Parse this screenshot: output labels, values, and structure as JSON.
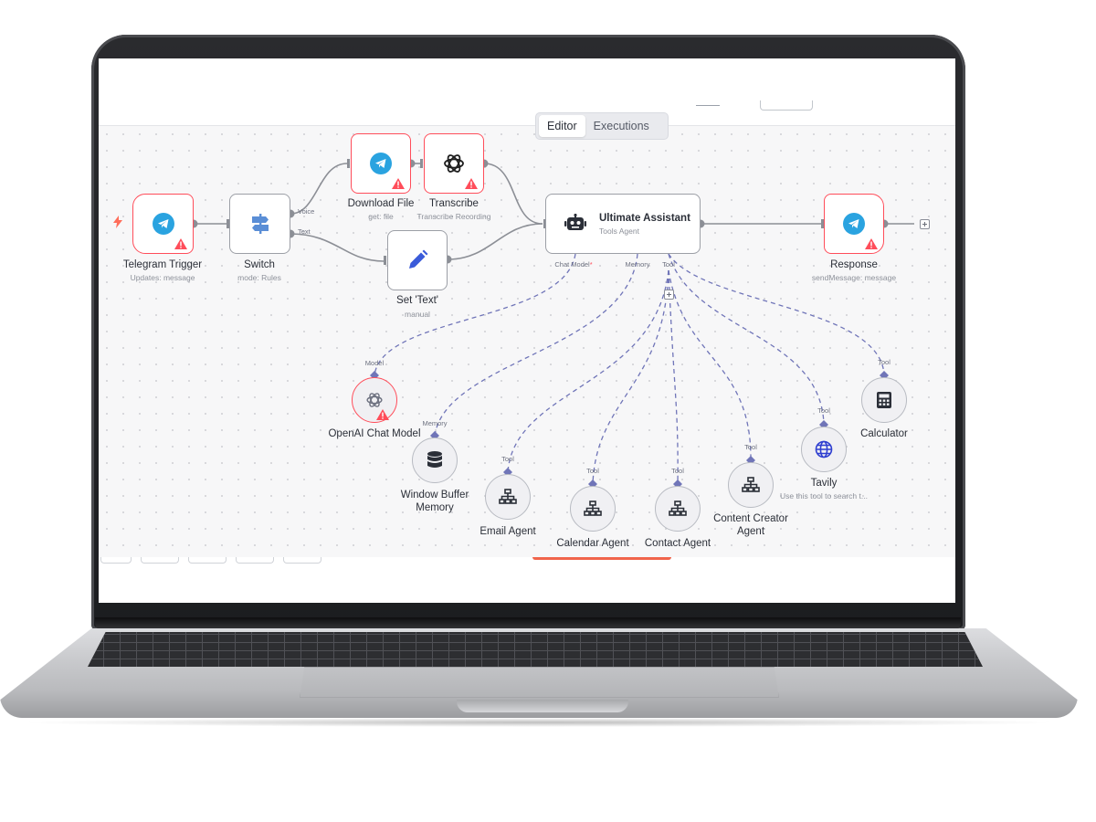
{
  "tabs": [
    {
      "label": "Editor",
      "active": true
    },
    {
      "label": "Executions",
      "active": false
    }
  ],
  "colors": {
    "error_border": "#ff4d5a",
    "telegram": "#2aa3e0",
    "sub_edge": "#7075b8",
    "run_accent": "#f0644b"
  },
  "nodes": {
    "telegram_trigger": {
      "title": "Telegram Trigger",
      "subtitle": "Updates: message",
      "icon": "telegram-icon",
      "warning": true
    },
    "switch": {
      "title": "Switch",
      "subtitle": "mode: Rules",
      "icon": "signpost-icon",
      "outputs": [
        "Voice",
        "Text"
      ]
    },
    "download_file": {
      "title": "Download File",
      "subtitle": "get: file",
      "icon": "telegram-icon",
      "warning": true
    },
    "transcribe": {
      "title": "Transcribe",
      "subtitle": "Transcribe Recording",
      "icon": "openai-icon",
      "warning": true
    },
    "set_text": {
      "title": "Set 'Text'",
      "subtitle": "manual",
      "icon": "pencil-icon"
    },
    "ultimate_assistant": {
      "title": "Ultimate Assistant",
      "subtitle": "Tools Agent",
      "icon": "robot-icon",
      "ports": {
        "chat_model": "Chat Model",
        "required_mark": "*",
        "memory": "Memory",
        "tool": "Tool"
      }
    },
    "response": {
      "title": "Response",
      "subtitle": "sendMessage: message",
      "icon": "telegram-icon",
      "warning": true
    },
    "openai_chat_model": {
      "title": "OpenAI Chat Model",
      "port": "Model",
      "icon": "openai-icon",
      "warning": true
    },
    "window_buffer_memory": {
      "title_line1": "Window Buffer",
      "title_line2": "Memory",
      "port": "Memory",
      "icon": "database-icon"
    },
    "email_agent": {
      "title": "Email Agent",
      "port": "Tool",
      "icon": "sitemap-icon"
    },
    "calendar_agent": {
      "title": "Calendar Agent",
      "port": "Tool",
      "icon": "sitemap-icon"
    },
    "contact_agent": {
      "title": "Contact Agent",
      "port": "Tool",
      "icon": "sitemap-icon"
    },
    "content_creator_agent": {
      "title_line1": "Content Creator",
      "title_line2": "Agent",
      "port": "Tool",
      "icon": "sitemap-icon"
    },
    "tavily": {
      "title": "Tavily",
      "subtitle": "Use this tool to search t...",
      "port": "Tool",
      "icon": "globe-icon"
    },
    "calculator": {
      "title": "Calculator",
      "port": "Tool",
      "icon": "calculator-icon"
    }
  }
}
